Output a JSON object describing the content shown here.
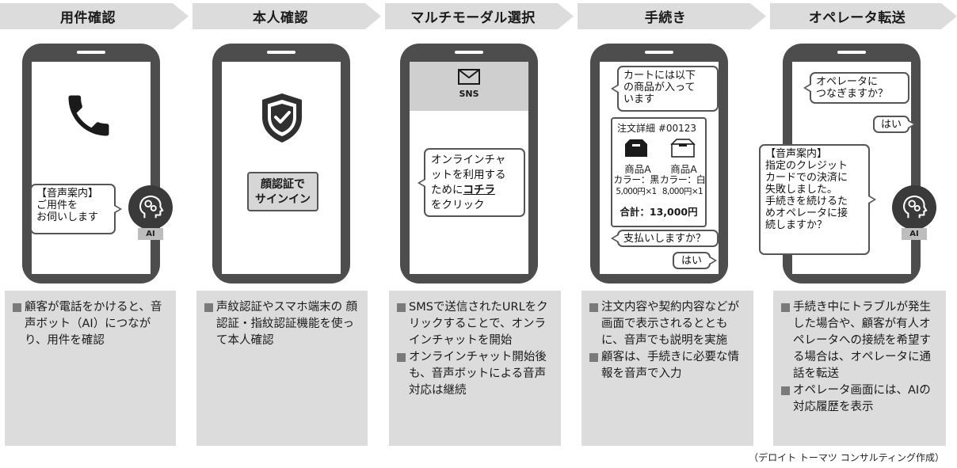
{
  "steps": [
    {
      "title": "用件確認",
      "bubble": "【音声案内】\nご用件を\nお伺いします",
      "ai_label": "AI",
      "desc": [
        "顧客が電話をかけると、音声ボット（AI）につながり、用件を確認"
      ]
    },
    {
      "title": "本人確認",
      "button": "顔認証で\nサインイン",
      "desc": [
        "声紋認証やスマホ端末の 顔認証・指紋認証機能を使って本人確認"
      ]
    },
    {
      "title": "マルチモーダル選択",
      "sns_label": "SNS",
      "bubble_pre": "オンラインチャ\nットを利用する\nために",
      "bubble_link": "コチラ",
      "bubble_post": "をクリック",
      "desc": [
        "SMSで送信されたURLをクリックすることで、オンラインチャットを開始",
        "オンラインチャット開始後も、音声ボットによる音声対応は継続"
      ]
    },
    {
      "title": "手続き",
      "bubble1": "カートには以下\nの商品が入って\nいます",
      "order_title": "注文詳細 #00123",
      "items": [
        {
          "name": "商品A",
          "color": "カラー：黒",
          "price": "5,000円×1"
        },
        {
          "name": "商品A",
          "color": "カラー：白",
          "price": "8,000円×1"
        }
      ],
      "total": "合計：13,000円",
      "bubble2": "支払いしますか？",
      "reply": "はい",
      "desc": [
        "注文内容や契約内容などが画面で表示されるとともに、音声でも説明を実施",
        "顧客は、手続きに必要な情報を音声で入力"
      ]
    },
    {
      "title": "オペレータ転送",
      "bubble1": "オペレータに\nつなぎますか？",
      "reply": "はい",
      "bubble2": "【音声案内】\n指定のクレジット\nカードでの決済に\n失敗しました。\n手続きを続けるた\nめオペレータに接\n続しますか？",
      "ai_label": "AI",
      "desc": [
        "手続き中にトラブルが発生した場合や、顧客が有人オペレータへの接続を希望する場合は、オペレータに通話を転送",
        "オペレータ画面には、AIの対応履歴を表示"
      ]
    }
  ],
  "credit": "（デロイト トーマツ コンサルティング作成）"
}
